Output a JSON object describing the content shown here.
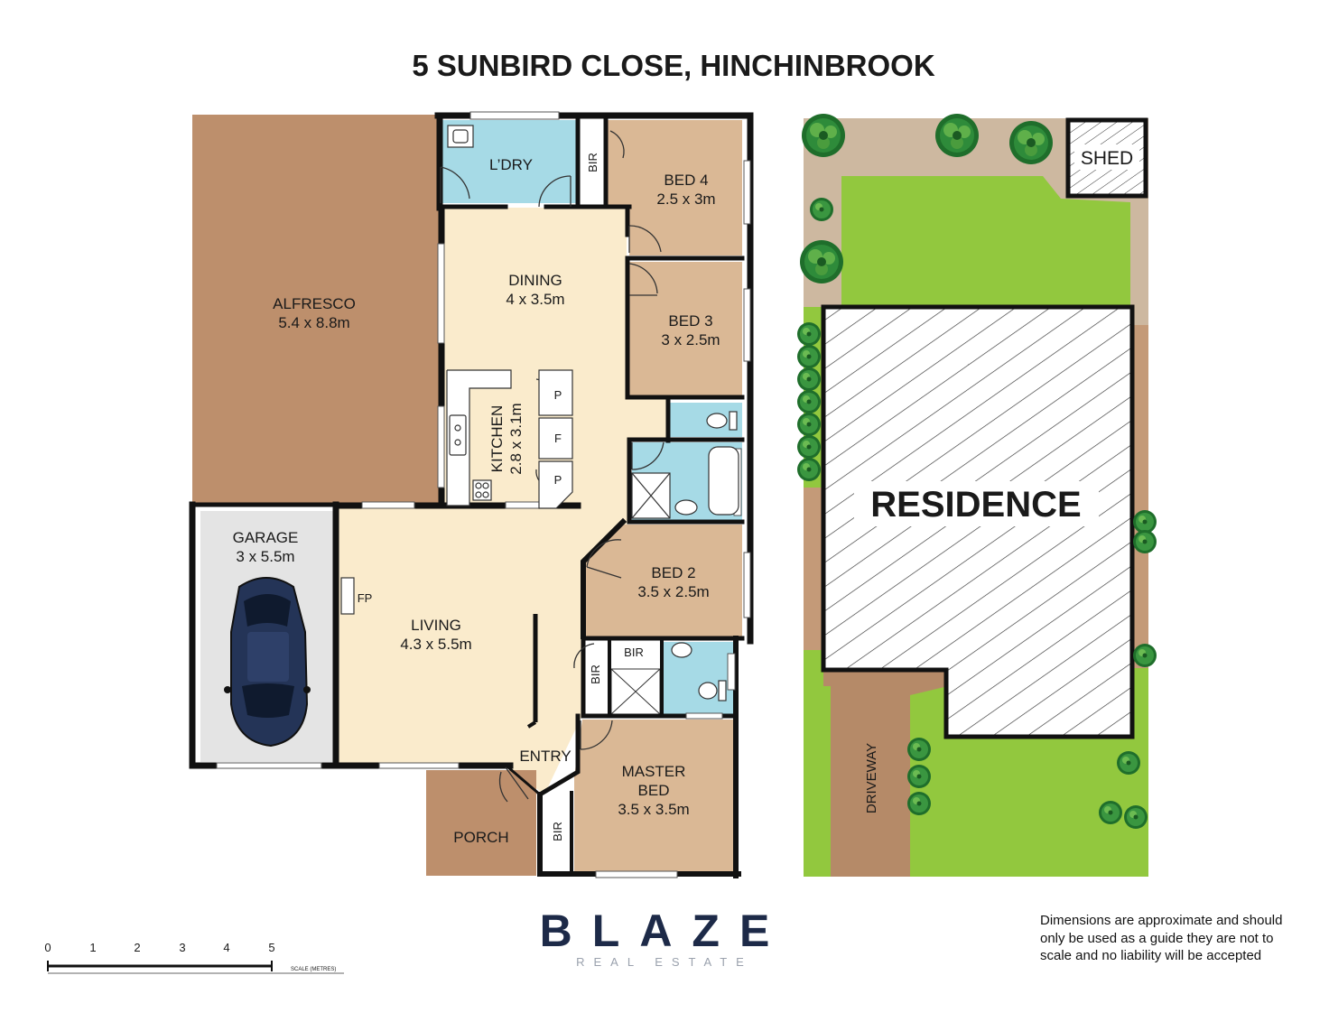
{
  "title": "5 SUNBIRD CLOSE, HINCHINBROOK",
  "rooms": {
    "alfresco": {
      "name": "ALFRESCO",
      "dims": "5.4 x 8.8m"
    },
    "laundry": {
      "name": "L’DRY"
    },
    "bed4": {
      "name": "BED 4",
      "dims": "2.5 x 3m"
    },
    "dining": {
      "name": "DINING",
      "dims": "4 x 3.5m"
    },
    "bed3": {
      "name": "BED 3",
      "dims": "3 x 2.5m"
    },
    "kitchen": {
      "name": "KITCHEN",
      "dims": "2.8 x 3.1m"
    },
    "garage": {
      "name": "GARAGE",
      "dims": "3 x 5.5m"
    },
    "living": {
      "name": "LIVING",
      "dims": "4.3 x 5.5m"
    },
    "bed2": {
      "name": "BED 2",
      "dims": "3.5 x 2.5m"
    },
    "master": {
      "name_line1": "MASTER",
      "name_line2": "BED",
      "dims": "3.5 x 3.5m"
    },
    "entry": {
      "name": "ENTRY"
    },
    "porch": {
      "name": "PORCH"
    }
  },
  "fixtures": {
    "bir": "BIR",
    "fireplace": "FP",
    "pantry": "P",
    "fridge": "F"
  },
  "site": {
    "shed": "SHED",
    "residence": "RESIDENCE",
    "driveway": "DRIVEWAY"
  },
  "scale": {
    "ticks": [
      "0",
      "1",
      "2",
      "3",
      "4",
      "5"
    ],
    "label": "SCALE (METRES)"
  },
  "brand": {
    "name": "BLAZE",
    "sub": "REAL ESTATE"
  },
  "disclaimer": "Dimensions are approximate and should only be used as a guide they are not to scale and no liability will be accepted",
  "colors": {
    "alfresco": "#bd8f6c",
    "interior": "#faebcc",
    "bedroom": "#dab895",
    "wet_area": "#a6dae6",
    "garage": "#e4e4e4",
    "porch": "#bd8f6c",
    "lawn": "#92c83e",
    "path": "#cdb8a0",
    "wall": "#111111",
    "brand": "#1d2a48"
  }
}
